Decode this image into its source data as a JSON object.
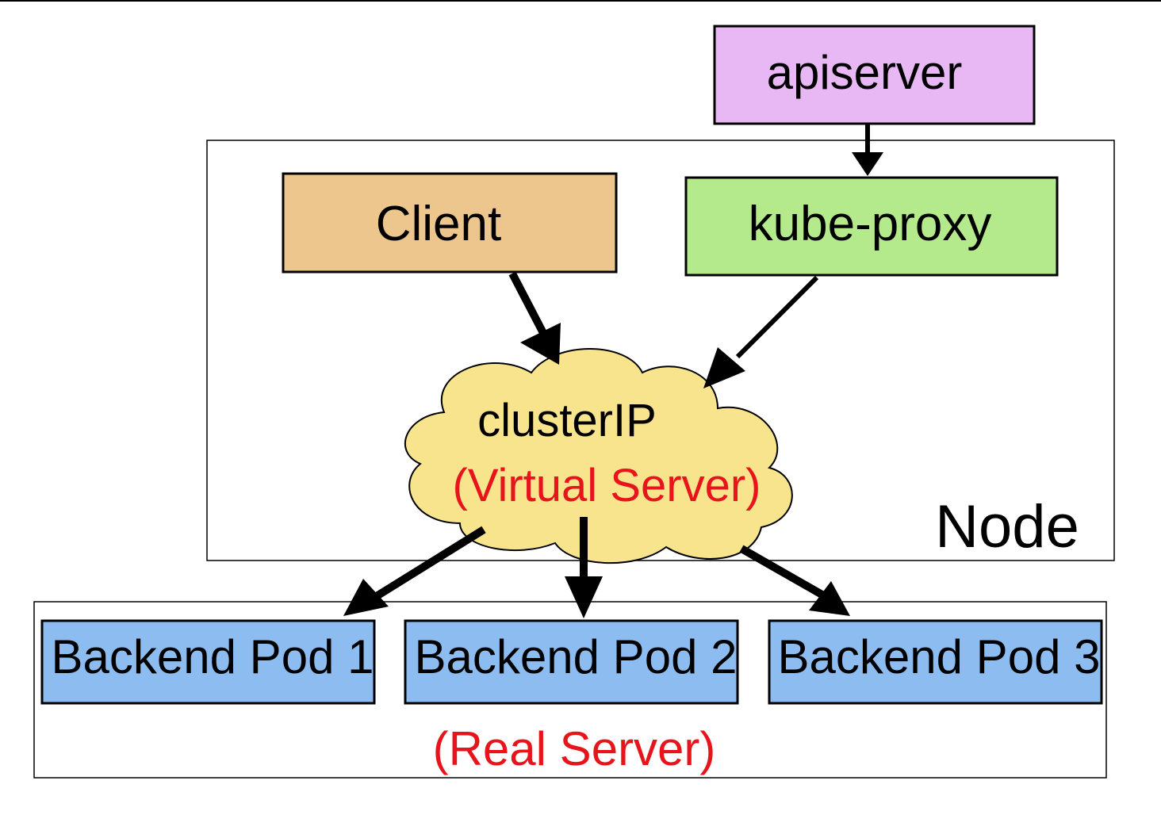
{
  "nodes": {
    "apiserver": {
      "label": "apiserver",
      "fill": "#e8b8f4"
    },
    "client": {
      "label": "Client",
      "fill": "#ecc68c"
    },
    "kube_proxy": {
      "label": "kube-proxy",
      "fill": "#b4ea8c"
    },
    "cluster_ip": {
      "label": "clusterIP",
      "sublabel": "(Virtual Server)",
      "fill": "#f8e48c"
    },
    "backend_pods": [
      {
        "label": "Backend Pod 1",
        "fill": "#8cbcf0"
      },
      {
        "label": "Backend Pod 2",
        "fill": "#8cbcf0"
      },
      {
        "label": "Backend Pod 3",
        "fill": "#8cbcf0"
      }
    ]
  },
  "groups": {
    "node": {
      "label": "Node"
    },
    "real_server": {
      "label": "(Real Server)"
    }
  },
  "colors": {
    "accent_red": "#e8141c",
    "arrow": "#000000"
  },
  "edges": [
    {
      "from": "apiserver",
      "to": "kube-proxy"
    },
    {
      "from": "Client",
      "to": "clusterIP"
    },
    {
      "from": "kube-proxy",
      "to": "clusterIP"
    },
    {
      "from": "clusterIP",
      "to": "Backend Pod 1"
    },
    {
      "from": "clusterIP",
      "to": "Backend Pod 2"
    },
    {
      "from": "clusterIP",
      "to": "Backend Pod 3"
    }
  ]
}
